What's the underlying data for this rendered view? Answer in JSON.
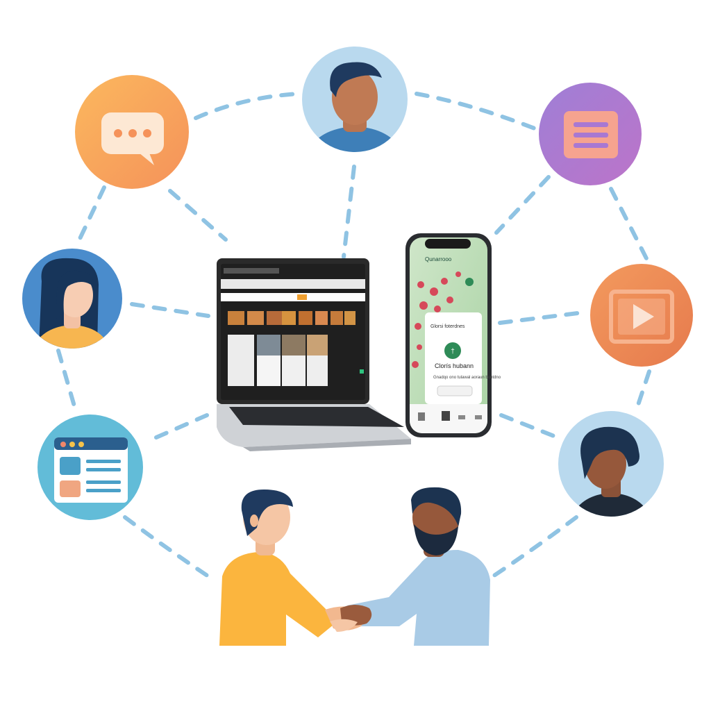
{
  "illustration": {
    "connector_color": "#8fc3e3",
    "nodes": [
      {
        "id": "chat",
        "icon": "speech-bubble-icon",
        "color": "#f9a45a"
      },
      {
        "id": "person-top",
        "icon": "person-avatar-icon",
        "color": "#b9d9ee"
      },
      {
        "id": "document",
        "icon": "document-lines-icon",
        "color": "#a878d2"
      },
      {
        "id": "person-woman",
        "icon": "person-avatar-icon",
        "color": "#4a8ccc"
      },
      {
        "id": "video",
        "icon": "video-play-icon",
        "color": "#ef8a55"
      },
      {
        "id": "browser",
        "icon": "browser-window-icon",
        "color": "#62bcd8"
      },
      {
        "id": "person-right",
        "icon": "person-avatar-icon",
        "color": "#b9d9ee"
      }
    ],
    "laptop": {
      "screen_bg": "#1f1f1f"
    },
    "phone": {
      "status_text": "Qunarrooo",
      "card_title": "Clorís hubann",
      "card_subtitle": "Glorsi foterdnes",
      "card_desc": "Gnadqo ono tulawal aoraun bontdno"
    },
    "handshake": {
      "shirt_left": "#fbb53e",
      "shirt_right": "#a9cbe6"
    }
  }
}
